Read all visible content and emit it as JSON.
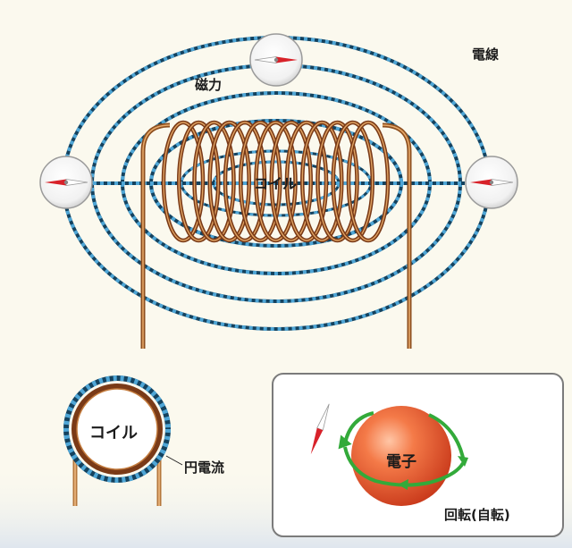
{
  "labels": {
    "wire": "電線",
    "magnetic_force": "磁力",
    "coil_main": "コイル",
    "coil_small": "コイル",
    "circular_current": "円電流",
    "electron": "電子",
    "rotation": "回転(自転)"
  },
  "colors": {
    "background": "#fbf9ee",
    "field_line_dark": "#14425e",
    "field_line_light": "#4fa6d6",
    "copper": "#a8642a",
    "copper_light": "#e0a363",
    "compass_red": "#d8222a",
    "compass_white": "#ffffff",
    "electron": "#e85a2e",
    "spin_arrow": "#33aa3a",
    "panel_border": "#7b7b7b"
  },
  "icons": {
    "compass": "compass-icon",
    "electron": "electron-sphere",
    "spin": "circular-arrow-icon"
  }
}
